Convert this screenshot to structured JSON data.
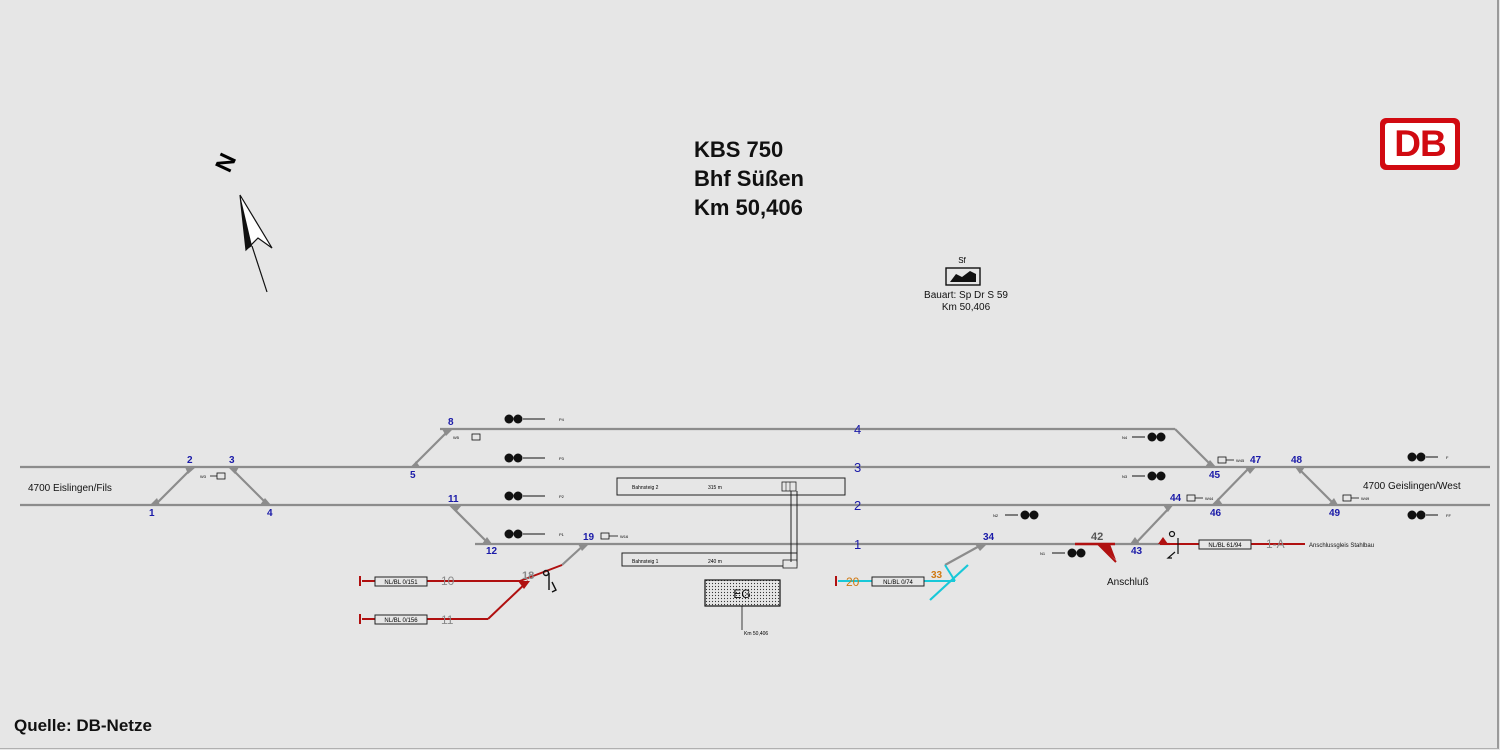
{
  "header": {
    "line1": "KBS 750",
    "line2": "Bhf Süßen",
    "line3": "Km 50,406"
  },
  "compass": {
    "label": "N"
  },
  "logo": {
    "text": "DB",
    "color": "#d10a11"
  },
  "source": "Quelle: DB-Netze",
  "stellwerk": {
    "symbol": "Sf",
    "type_label": "Bauart: Sp Dr S 59",
    "km_label": "Km 50,406"
  },
  "directions": {
    "west": "4700  Eislingen/Fils",
    "east": "4700  Geislingen/West"
  },
  "tracks": [
    {
      "id": "track-1",
      "label": "1"
    },
    {
      "id": "track-2",
      "label": "2"
    },
    {
      "id": "track-3",
      "label": "3"
    },
    {
      "id": "track-4",
      "label": "4"
    }
  ],
  "switches": [
    "1",
    "2",
    "3",
    "4",
    "5",
    "8",
    "11",
    "12",
    "19",
    "34",
    "43",
    "44",
    "45",
    "46",
    "47",
    "48",
    "49"
  ],
  "siding_numbers": {
    "n10": "10",
    "n11": "11",
    "n18": "18",
    "n20": "20",
    "n33": "33",
    "n42": "42",
    "n1A": "1-A"
  },
  "platforms": {
    "p2": {
      "label": "Bahnsteig 2",
      "length": "315 m"
    },
    "p1": {
      "label": "Bahnsteig 1",
      "length": "240 m"
    }
  },
  "station_building": {
    "label": "EG",
    "km": "Km 50,406"
  },
  "nutzlaengen": {
    "a": "NL/BL 0/151",
    "b": "NL/BL 0/156",
    "c": "NL/BL 0/74",
    "d": "NL/BL 61/94"
  },
  "signals": {
    "p4": "P4",
    "p3": "P3",
    "p2": "P2",
    "p1": "P1",
    "n4": "N4",
    "n3": "N3",
    "n2": "N2",
    "n1": "N1",
    "f": "F",
    "ff": "FF",
    "w3": "W3",
    "w5": "W5",
    "w16": "W16",
    "w45": "W45",
    "w44": "W44",
    "w49": "W49"
  },
  "labels": {
    "anschluss": "Anschluß",
    "anschlussgleis": "Anschlussgleis Stahlbau"
  },
  "colors": {
    "track": "#8c8c8c",
    "number": "#1a1aa8",
    "siding_red": "#b01010",
    "cyan": "#18c8d8",
    "orange": "#d07810"
  }
}
